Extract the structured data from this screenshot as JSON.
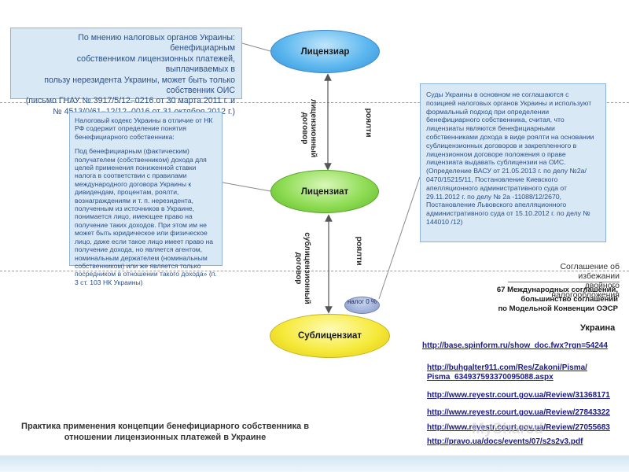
{
  "nodes": {
    "licensor": "Лицензиар",
    "licensee": "Лицензиат",
    "sublicensee": "Сублицензиат"
  },
  "edges": {
    "license_agreement": "лицензионный договор",
    "royalty_top": "роялти",
    "sublicense_agreement": "сублицензионный договор",
    "royalty_bottom": "роялти",
    "tax": "налог 0 %"
  },
  "box_tax_authorities": {
    "line1": "По мнению налоговых органов Украины: бенефициарным",
    "line2": "собственником лицензионных платежей, выплачиваемых в",
    "line3": "пользу нерезидента Украины, может быть только",
    "line4": "собственник ОИС",
    "line5": "(письмо ГНАУ № 3917/5/12–0216 от 30 марта 2011 г. и",
    "line6": "№ 4513/0/61–12/12–0016 от 31 октября 2012 г.)"
  },
  "box_tax_code": {
    "para1": "Налоговый кодекс Украины в отличие от НК РФ содержит определение понятия бенефициарного собственника:",
    "para2": "Под бенефициарным (фактическим) получателем (собственником) дохода для целей применения пониженной ставки налога в соответствии с правилами международного договора Украины к дивидендам, процентам, роялти, вознаграждениям и т. п. нерезидента, полученным из источников в Украине, понимается лицо, имеющее право на получение таких доходов. При этом им не может быть юридическое или физическое лицо, даже если такое лицо имеет право на получение дохода, но является агентом, номинальным держателем (номинальным собственником) или же является только посредником в отношении такого дохода» (п.  3 ст. 103 НК Украины)"
  },
  "box_courts": {
    "text": "Суды Украины в основном не соглашаются с позицией налоговых органов Украины и используют формальный подход при определении бенефициарного собственника, считая, что лицензиаты являются бенефициарными собственниками дохода в виде роялти на основании сублицензионных договоров и закрепленного в лицензионном договоре положения о праве лицензиата выдавать сублицензии на ОИС.",
    "citation": "(Определение ВАСУ от 21.05.2013 г. по делу №2а/ 0470/15215/11, Постановление Киевского апелляционного административного суда от 29.11.2012 г. по делу № 2а -11088/12/2670, Постановление Львовского апелляционного административного суда от 15.10.2012 г. по делу № 144010 /12)"
  },
  "treaty": {
    "title_line1": "Соглашение об избежании",
    "title_line2": "двойного налогообложения",
    "count_line1": "67 Международных соглашений,",
    "count_line2": "большинство соглашений",
    "count_line3": "по Модельной Конвенции ОЭСР"
  },
  "links": {
    "heading": "Украина",
    "l1": "http://base.spinform.ru/show_doc.fwx?rgn=54244",
    "l2a": "http://buhgalter911.com/Res/Zakoni/Pisma/",
    "l2b": "Pisma_634937593370095088.aspx",
    "l3": "http://www.reyestr.court.gov.ua/Review/31368171",
    "l4": "http://www.reyestr.court.gov.ua/Review/27843322",
    "l5": "http://www.reyestr.court.gov.ua/Review/27055683",
    "l6": "http://pravo.ua/docs/events/07/s2s2v3.pdf"
  },
  "caption": {
    "line1": "Практика применения концепции бенефициарного собственника в",
    "line2": "отношении лицензионных платежей в Украине"
  },
  "watermark": "MyShared",
  "colors": {
    "box_fill": "#d9e8f5",
    "box_text": "#2a4f8a",
    "licensor": "#5eb8ef",
    "licensee": "#8fdc55",
    "sublicensee": "#f6ea3c",
    "link": "#1a1a8c"
  }
}
